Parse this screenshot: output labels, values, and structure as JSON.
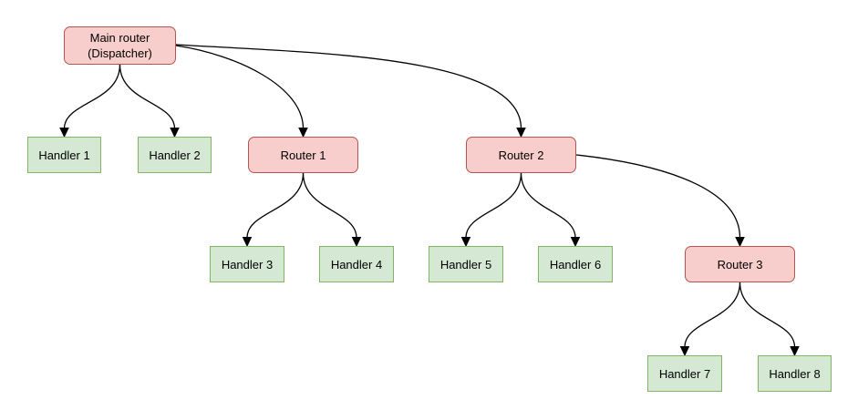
{
  "diagram": {
    "type": "tree-flowchart",
    "background": "#ffffff",
    "colors": {
      "router_fill": "#f8cecc",
      "router_border": "#b85450",
      "handler_fill": "#d5e8d4",
      "handler_border": "#82b366",
      "edge": "#000000",
      "text": "#000000"
    },
    "nodes": {
      "main_router": {
        "line1": "Main router",
        "line2": "(Dispatcher)",
        "kind": "router"
      },
      "handler1": {
        "label": "Handler 1",
        "kind": "handler"
      },
      "handler2": {
        "label": "Handler 2",
        "kind": "handler"
      },
      "router1": {
        "label": "Router 1",
        "kind": "router"
      },
      "router2": {
        "label": "Router 2",
        "kind": "router"
      },
      "handler3": {
        "label": "Handler 3",
        "kind": "handler"
      },
      "handler4": {
        "label": "Handler 4",
        "kind": "handler"
      },
      "handler5": {
        "label": "Handler 5",
        "kind": "handler"
      },
      "handler6": {
        "label": "Handler 6",
        "kind": "handler"
      },
      "router3": {
        "label": "Router 3",
        "kind": "router"
      },
      "handler7": {
        "label": "Handler 7",
        "kind": "handler"
      },
      "handler8": {
        "label": "Handler 8",
        "kind": "handler"
      }
    },
    "edges": [
      {
        "from": "main_router",
        "to": "handler1"
      },
      {
        "from": "main_router",
        "to": "handler2"
      },
      {
        "from": "main_router",
        "to": "router1"
      },
      {
        "from": "main_router",
        "to": "router2"
      },
      {
        "from": "router1",
        "to": "handler3"
      },
      {
        "from": "router1",
        "to": "handler4"
      },
      {
        "from": "router2",
        "to": "handler5"
      },
      {
        "from": "router2",
        "to": "handler6"
      },
      {
        "from": "router2",
        "to": "router3"
      },
      {
        "from": "router3",
        "to": "handler7"
      },
      {
        "from": "router3",
        "to": "handler8"
      }
    ]
  }
}
